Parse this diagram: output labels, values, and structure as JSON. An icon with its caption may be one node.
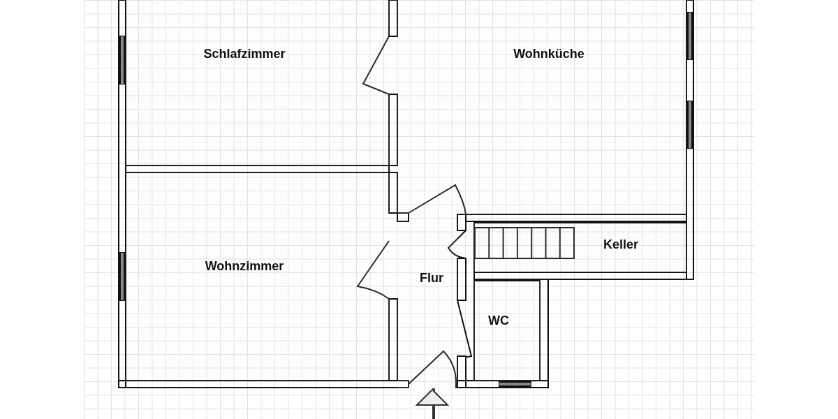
{
  "diagram": {
    "nodes": [
      {
        "text": [
          "Schlafzimmer"
        ]
      },
      {
        "text": [
          "Wohnküche"
        ]
      },
      {
        "text": [
          "Wohnzimmer"
        ]
      },
      {
        "text": [
          "Flur"
        ]
      },
      {
        "text": [
          "Keller"
        ]
      },
      {
        "text": [
          "WC"
        ]
      }
    ],
    "edges": [
      {
        "from": null,
        "to": 3,
        "arrow": "to"
      }
    ]
  }
}
